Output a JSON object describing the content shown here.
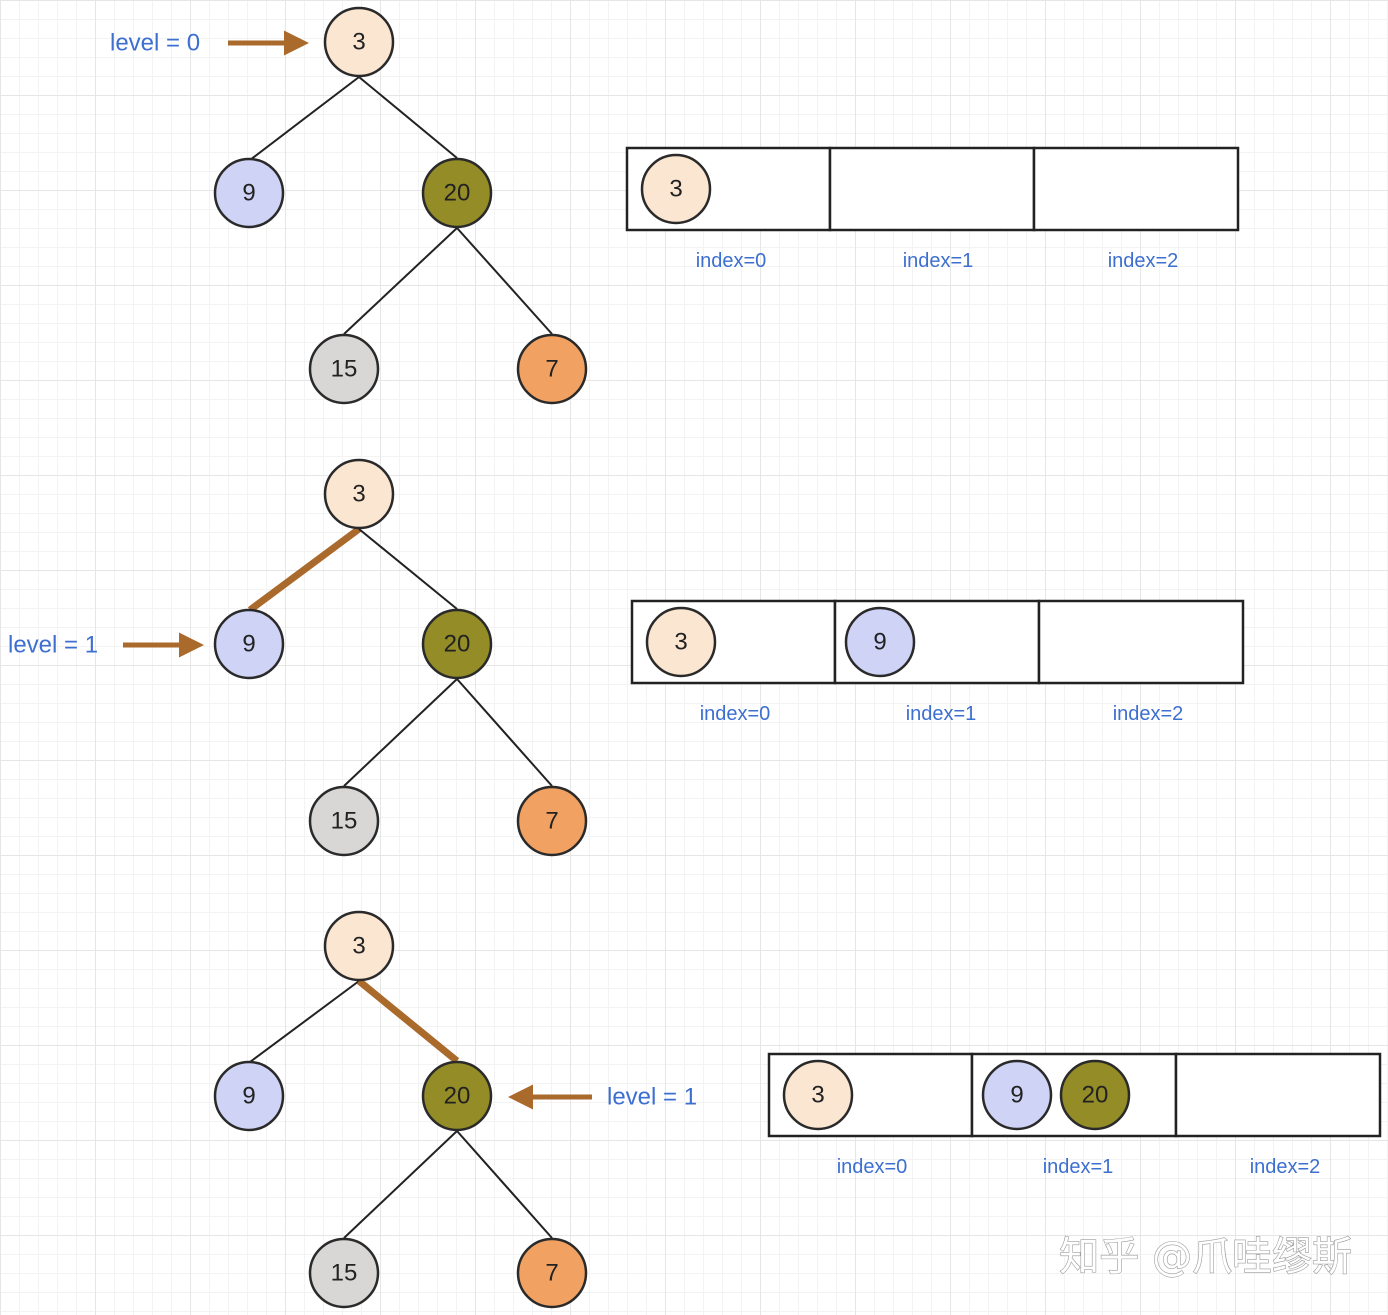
{
  "colors": {
    "node_3": "#fbe6d2",
    "node_9": "#cfd3f6",
    "node_20": "#948c26",
    "node_15": "#d9d6d6",
    "node_7": "#f1a263",
    "edge": "#222222",
    "highlight": "#a96a2c",
    "label": "#3d6fd1"
  },
  "panels": [
    {
      "level_label": "level = 0",
      "highlight_edge": "",
      "tree": {
        "root": "3",
        "left": "9",
        "right": "20",
        "right_left": "15",
        "right_right": "7"
      },
      "array": {
        "cells": [
          [
            "3"
          ],
          [],
          []
        ],
        "index_labels": [
          "index=0",
          "index=1",
          "index=2"
        ]
      }
    },
    {
      "level_label": "level = 1",
      "highlight_edge": "left",
      "tree": {
        "root": "3",
        "left": "9",
        "right": "20",
        "right_left": "15",
        "right_right": "7"
      },
      "array": {
        "cells": [
          [
            "3"
          ],
          [
            "9"
          ],
          []
        ],
        "index_labels": [
          "index=0",
          "index=1",
          "index=2"
        ]
      }
    },
    {
      "level_label": "level = 1",
      "highlight_edge": "right",
      "tree": {
        "root": "3",
        "left": "9",
        "right": "20",
        "right_left": "15",
        "right_right": "7"
      },
      "array": {
        "cells": [
          [
            "3"
          ],
          [
            "9",
            "20"
          ],
          []
        ],
        "index_labels": [
          "index=0",
          "index=1",
          "index=2"
        ]
      }
    }
  ],
  "watermark": "知乎 @爪哇缪斯"
}
